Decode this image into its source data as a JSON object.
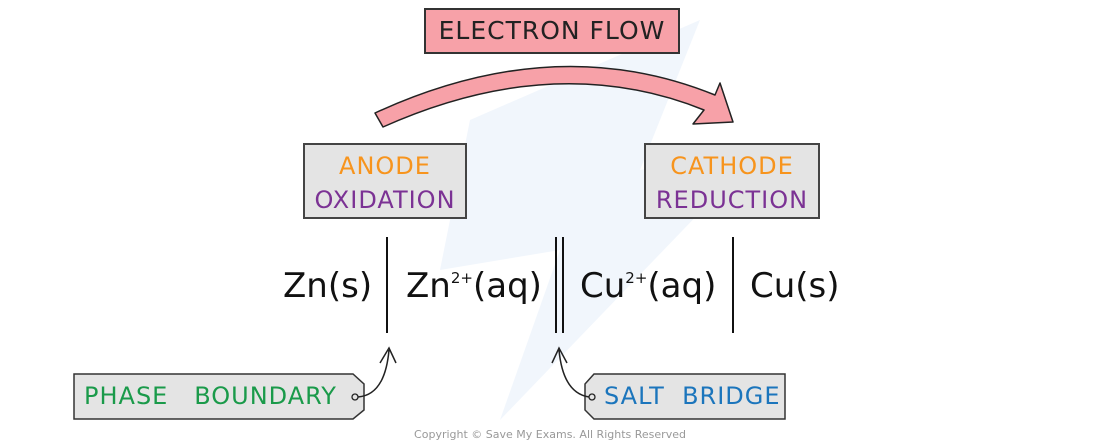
{
  "title_box": {
    "label": "ELECTRON FLOW",
    "color": "#f7a1a8"
  },
  "anode": {
    "line1": "ANODE",
    "line2": "OXIDATION"
  },
  "cathode": {
    "line1": "CATHODE",
    "line2": "REDUCTION"
  },
  "colors": {
    "electrode_name": "#f7941d",
    "process": "#7b3294",
    "phase_label": "#1a9a4a",
    "salt_label": "#1b75bc",
    "box_bg": "#e4e4e4"
  },
  "equation": {
    "zn_s": "Zn(s)",
    "zn_ion_base": "Zn",
    "zn_ion_charge": "2+",
    "zn_ion_state": "(aq)",
    "cu_ion_base": "Cu",
    "cu_ion_charge": "2+",
    "cu_ion_state": "(aq)",
    "cu_s": "Cu(s)"
  },
  "labels": {
    "phase_boundary": "PHASE   BOUNDARY",
    "salt_bridge": "SALT  BRIDGE"
  },
  "copyright": "Copyright © Save My Exams. All Rights Reserved"
}
